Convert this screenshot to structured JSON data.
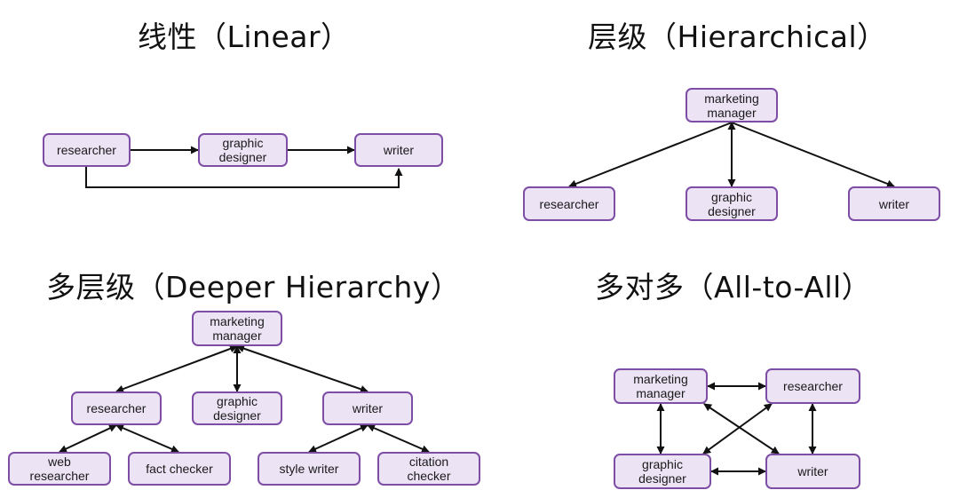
{
  "titles": {
    "linear": "线性（Linear）",
    "hierarchical": "层级（Hierarchical）",
    "deeper": "多层级（Deeper Hierarchy）",
    "all_to_all": "多对多（All-to-All）"
  },
  "linear": {
    "researcher": "researcher",
    "graphic_designer": "graphic\ndesigner",
    "writer": "writer"
  },
  "hierarchical": {
    "manager": "marketing\nmanager",
    "researcher": "researcher",
    "graphic_designer": "graphic\ndesigner",
    "writer": "writer"
  },
  "deeper": {
    "manager": "marketing\nmanager",
    "researcher": "researcher",
    "graphic_designer": "graphic\ndesigner",
    "writer": "writer",
    "web_researcher": "web\nresearcher",
    "fact_checker": "fact checker",
    "style_writer": "style writer",
    "citation_checker": "citation\nchecker"
  },
  "all_to_all": {
    "manager": "marketing\nmanager",
    "researcher": "researcher",
    "graphic_designer": "graphic\ndesigner",
    "writer": "writer"
  },
  "colors": {
    "node_fill": "#ece3f5",
    "node_border": "#7e4ea6",
    "arrow": "#111111"
  }
}
